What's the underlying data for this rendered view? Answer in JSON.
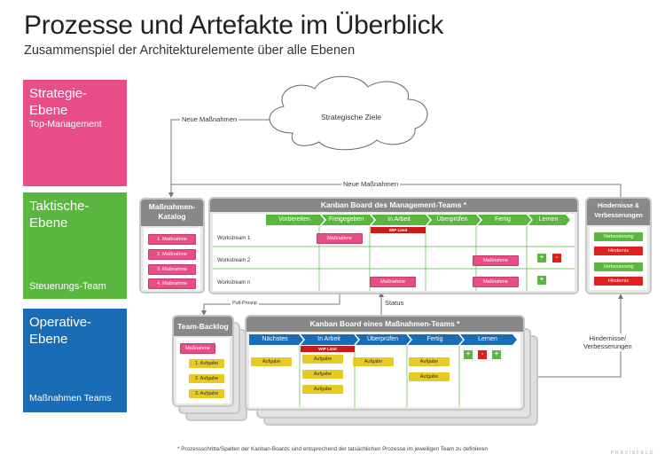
{
  "title": "Prozesse und Artefakte im Überblick",
  "subtitle": "Zusammenspiel der Architekturelemente über alle Ebenen",
  "levels": [
    {
      "title": "Strategie-\nEbene",
      "sub": "Top-Management"
    },
    {
      "title": "Taktische-\nEbene",
      "sub": "Steuerungs-Team"
    },
    {
      "title": "Operative-\nEbene",
      "sub": "Maßnahmen Teams"
    }
  ],
  "cloud": "Strategische Ziele",
  "arrows": {
    "neue1": "Neue Maßnahmen",
    "neue2": "Neue Maßnahmen",
    "pull": "Pull-Prinzip",
    "status": "Status",
    "hindernisse": "Hindernisse/\nVerbesserungen"
  },
  "katalog": {
    "title": "Maßnahmen-\nKatalog",
    "items": [
      "1. Maßnahme",
      "2. Maßnahme",
      "3. Maßnahme",
      "4. Maßnahme"
    ]
  },
  "mgmt": {
    "title": "Kanban Board des Management-Teams *",
    "columns": [
      "Vorbereiten",
      "Freigegeben",
      "In Arbeit",
      "Überprüfen",
      "Fertig",
      "Lernen"
    ],
    "rows": [
      "Workstream 1",
      "Workstream 2",
      "Workstream n"
    ],
    "wip": "WIP Limit",
    "card": "Maßnahme"
  },
  "hind": {
    "title": "Hindernisse &\nVerbesserungen",
    "items": [
      "Verbesserung",
      "Hindernis",
      "Verbesserung",
      "Hindernis"
    ]
  },
  "backlog": {
    "title": "Team-Backlog",
    "head": "Maßnahme",
    "items": [
      "1. Aufgabe",
      "2. Aufgabe",
      "3. Aufgabe"
    ]
  },
  "team": {
    "title": "Kanban Board eines Maßnahmen-Teams *",
    "columns": [
      "Nächstes",
      "In Arbeit",
      "Überprüfen",
      "Fertig",
      "Lernen"
    ],
    "wip": "WIP Limit",
    "card": "Aufgabe"
  },
  "footnote": "* Prozessschritte/Spalten der Kanban-Boards sind entsprechend der tatsächlichen Prozesse im jeweiligen Team zu definieren",
  "logo": "PRAXISFELD",
  "colors": {
    "pink": "#e94d85",
    "green": "#5ab63f",
    "blue": "#1a6cb5",
    "yellow": "#e6c922",
    "red": "#e02020"
  }
}
